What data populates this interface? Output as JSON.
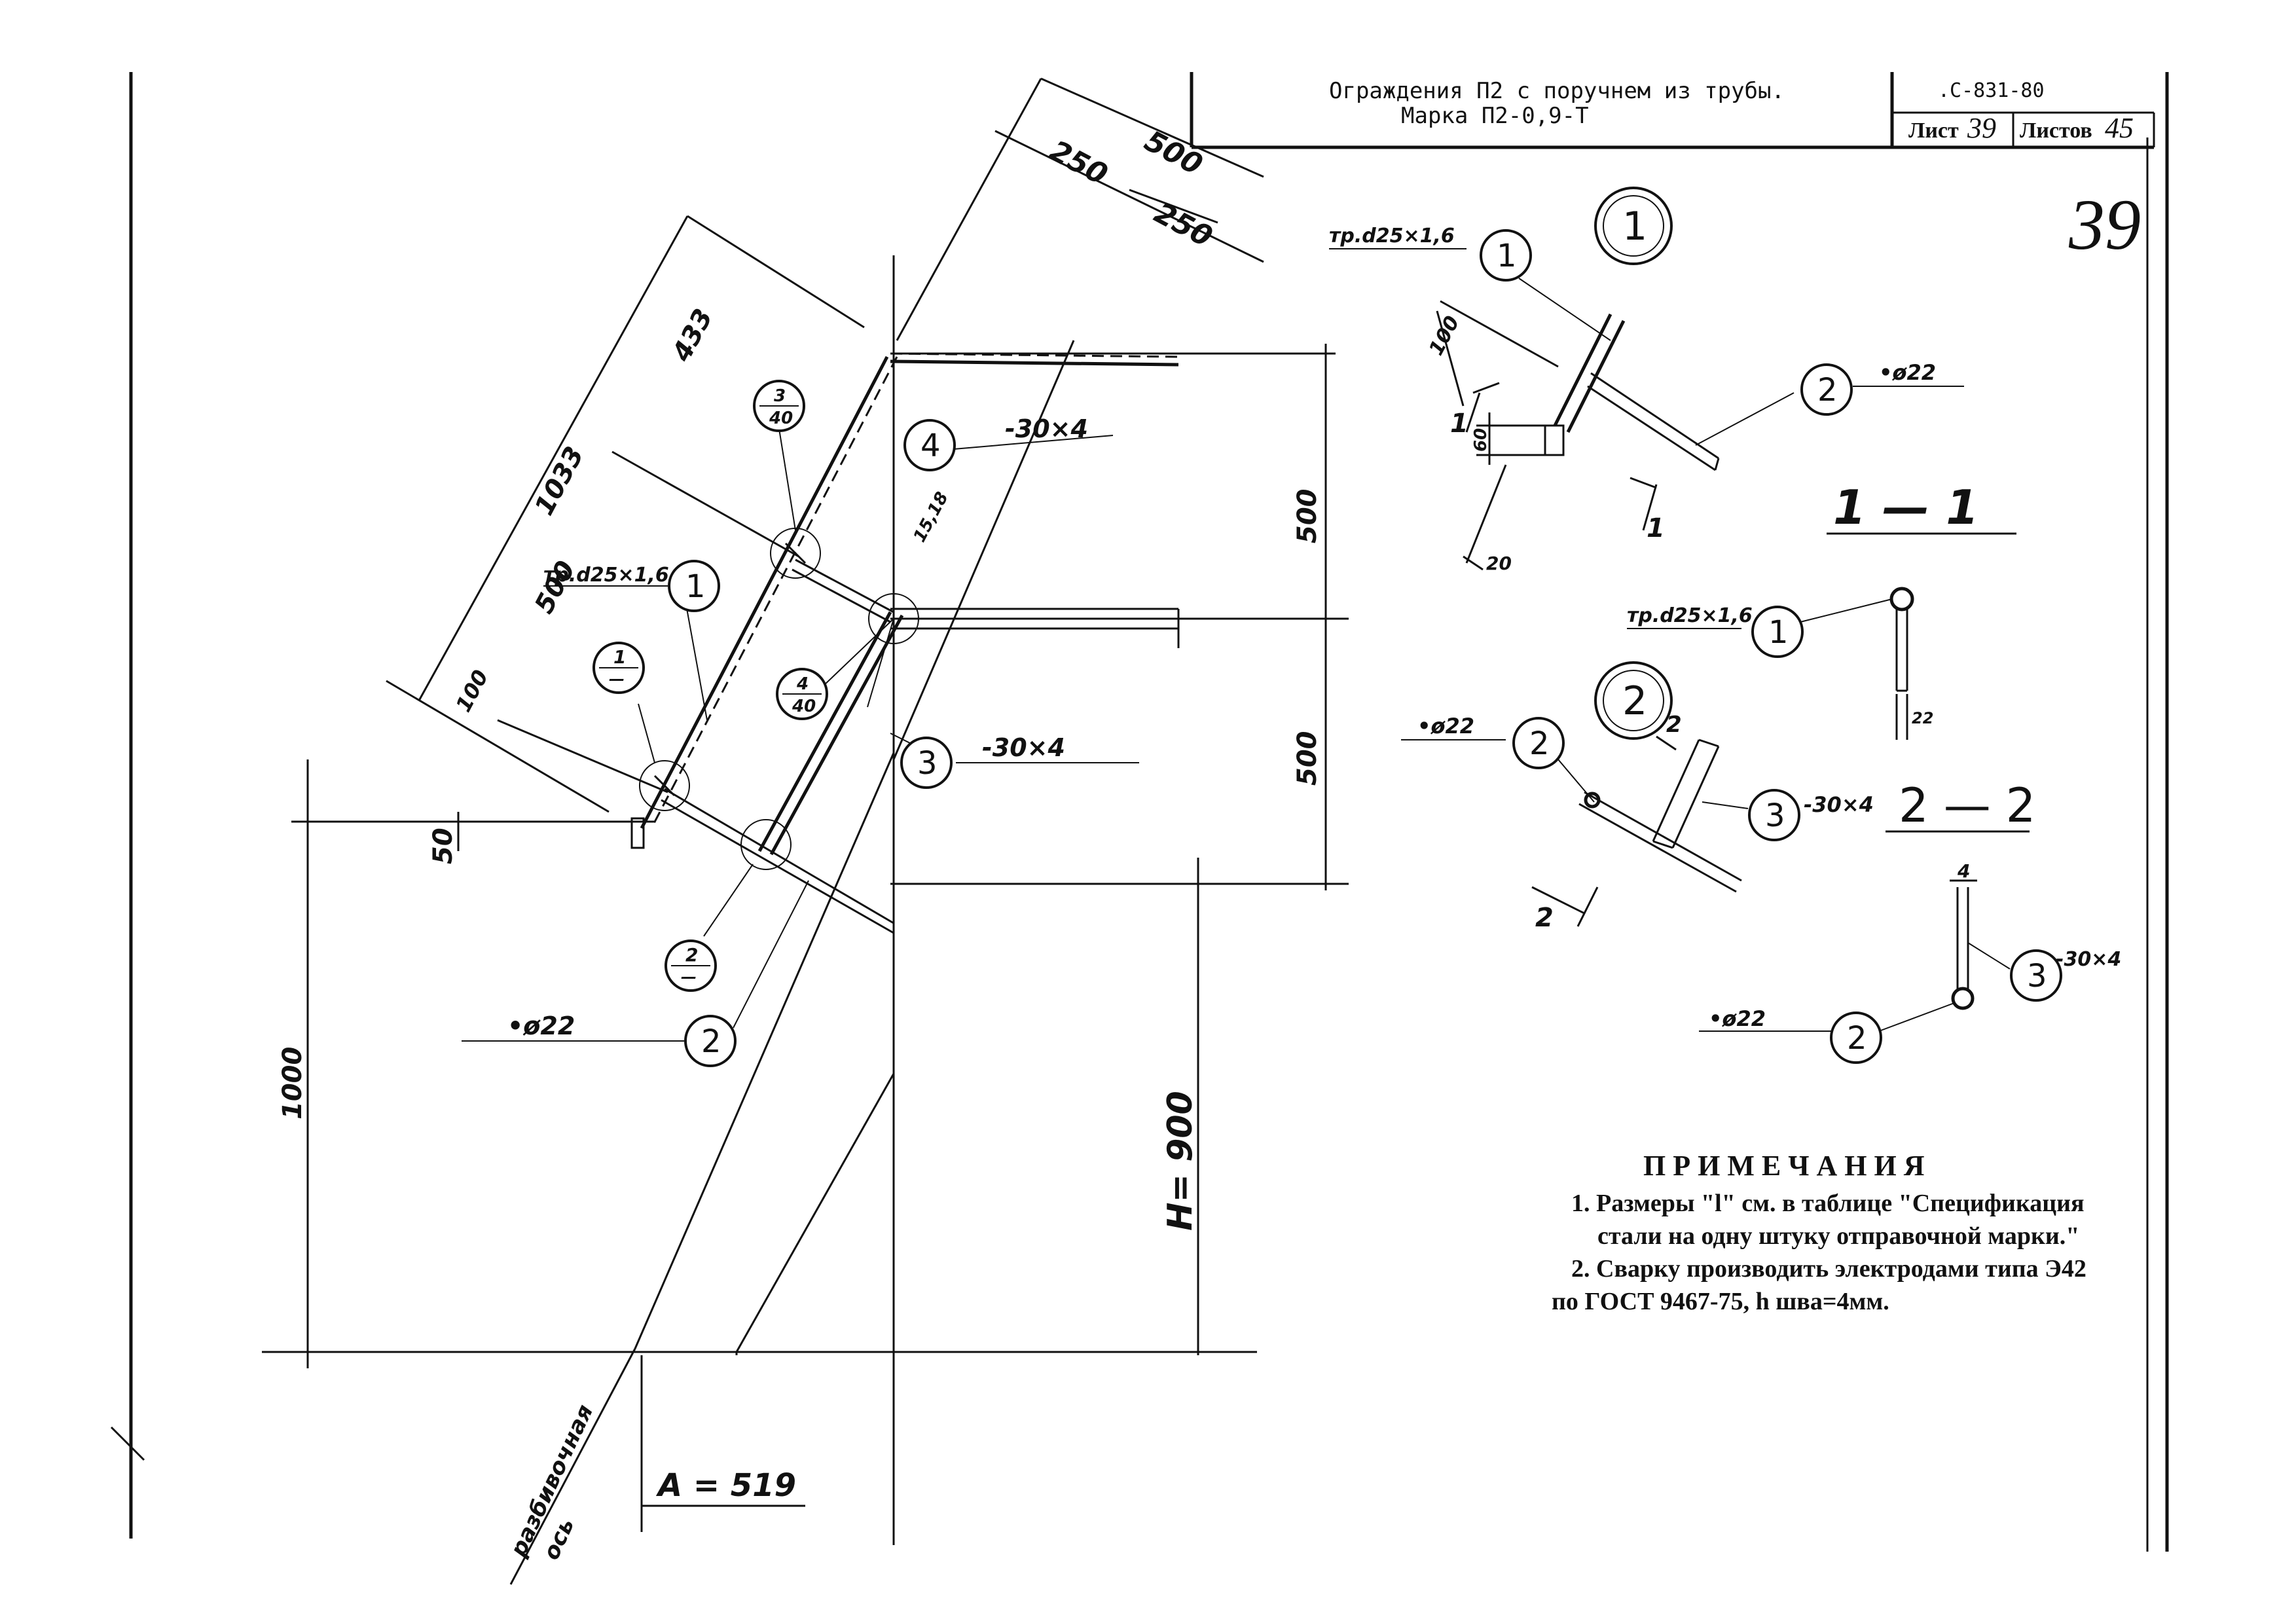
{
  "title_block": {
    "title": "Ограждения П2 с поручнем из трубы.",
    "mark": "Марка П2-0,9-Т",
    "doc_code": ".С-831-80",
    "sheet_label": "Лист",
    "sheet_number": "39",
    "sheets_label": "Листов",
    "sheets_total": "45",
    "stamp_number": "39"
  },
  "main_view": {
    "dims": {
      "d500_top": "500",
      "d250_a": "250",
      "d250_b": "250",
      "d433": "433",
      "d1033": "1033",
      "d500_slope": "500",
      "d100": "100",
      "d50": "50",
      "d1000": "1000",
      "d500_right_a": "500",
      "d500_right_b": "500",
      "h900": "H= 900",
      "a519": "A = 519",
      "d15_18": "15,18"
    },
    "callouts": {
      "pipe": "тр.d25×1,6",
      "bar_top": "-30×4",
      "bar_mid": "-30×4",
      "rod": "•ø22"
    },
    "section_marks": {
      "s3_40_top": "3",
      "s3_40_bot": "40",
      "s4_40_top": "4",
      "s4_40_bot": "40",
      "s1_top": "1",
      "s1_bot": "—",
      "s2_top": "2",
      "s2_bot": "—"
    },
    "positions": {
      "p1": "1",
      "p2": "2",
      "p3": "3",
      "p4": "4"
    },
    "axis_label_1": "разбивочная",
    "axis_label_2": "ось"
  },
  "detail_1": {
    "big_number": "1",
    "pipe": "тр.d25×1,6",
    "rod": "•ø22",
    "pos1": "1",
    "pos2": "2",
    "d100": "100",
    "d60": "60",
    "d20": "20",
    "cut_a": "1",
    "cut_b": "1",
    "section_title": "1 — 1",
    "section_pipe": "тр.d25×1,6",
    "section_pos": "1",
    "section_dim": "22"
  },
  "detail_2": {
    "big_number": "2",
    "rod": "•ø22",
    "bar": "-30×4",
    "pos2": "2",
    "pos3": "3",
    "cut_a": "2",
    "cut_b": "2",
    "section_title": "2 — 2",
    "section_rod": "•ø22",
    "section_bar": "-30×4",
    "section_pos2": "2",
    "section_pos3": "3",
    "section_dim": "4"
  },
  "notes": {
    "heading": "П Р И М Е Ч А Н И Я",
    "line1": "1. Размеры \"l\" см. в таблице \"Спецификация",
    "line2": "стали на одну штуку отправочной марки.\"",
    "line3": "2. Сварку производить электродами типа Э42",
    "line4": "по ГОСТ 9467-75,   h шва=4мм."
  }
}
